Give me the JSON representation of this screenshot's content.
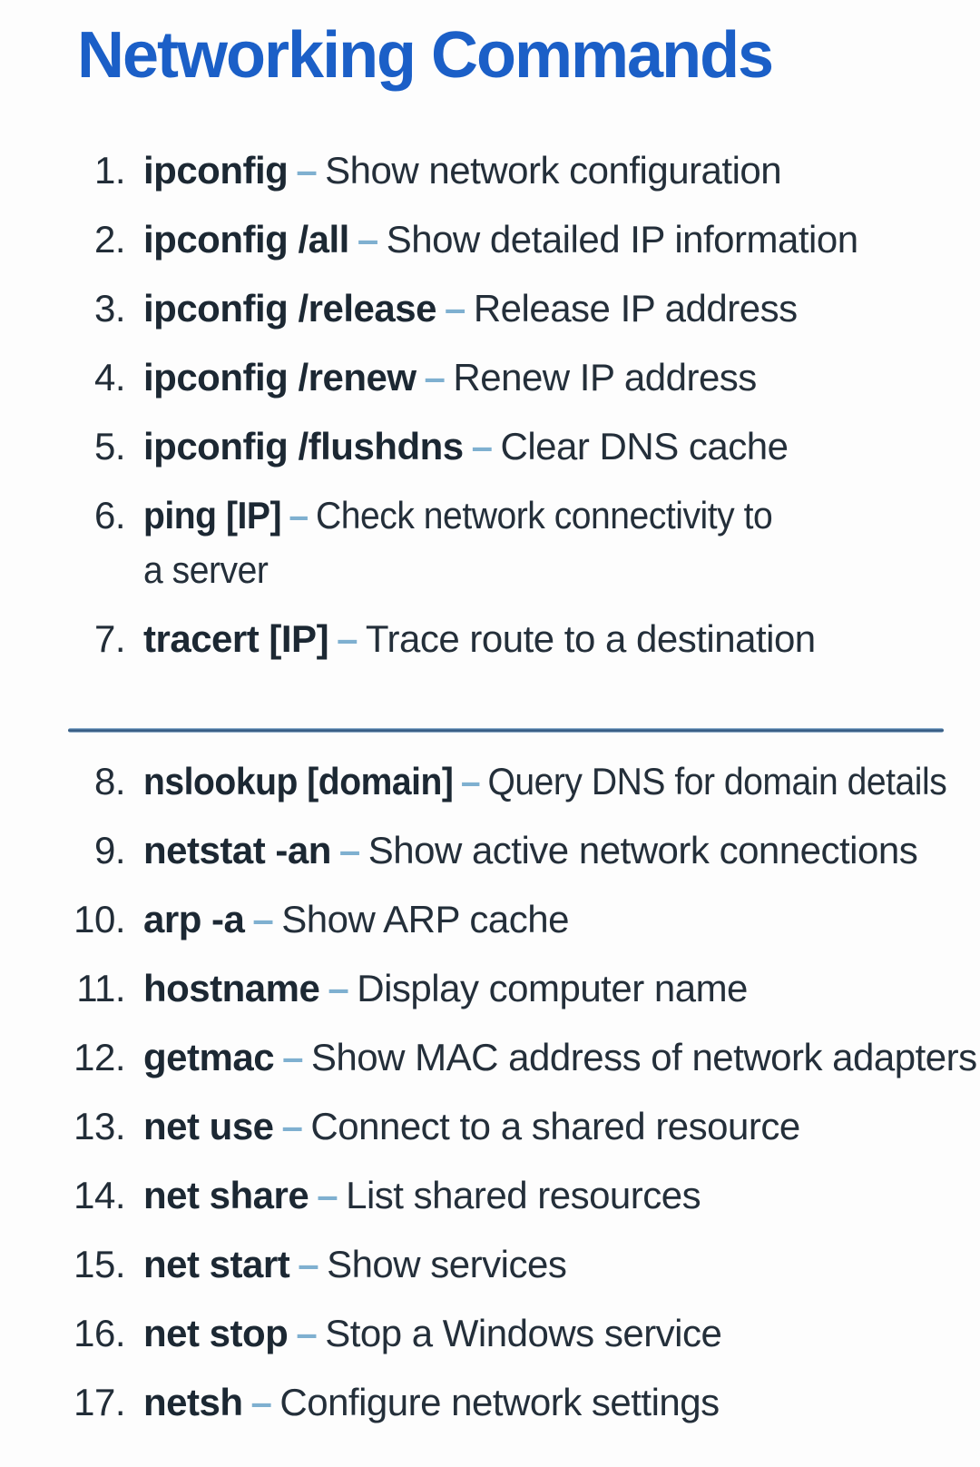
{
  "page": {
    "title": "Networking Commands"
  },
  "colors": {
    "title_blue": "#1b5fc7",
    "command_dark": "#1c2833",
    "description_dark": "#242f3a",
    "dash_light_blue": "#7fb0d0",
    "divider_blue": "#2e5278",
    "background": "#fdfdfd"
  },
  "list": {
    "separator": "–",
    "sections": [
      {
        "items": [
          {
            "num": "1.",
            "command": "ipconfig",
            "desc": "Show network configuration"
          },
          {
            "num": "2.",
            "command": "ipconfig /all",
            "desc": "Show detailed IP information"
          },
          {
            "num": "3.",
            "command": "ipconfig /release",
            "desc": "Release IP address"
          },
          {
            "num": "4.",
            "command": "ipconfig /renew",
            "desc": "Renew IP address"
          },
          {
            "num": "5.",
            "command": "ipconfig /flushdns",
            "desc": "Clear DNS cache"
          },
          {
            "num": "6.",
            "command": "ping [IP]",
            "desc": "Check network connectivity to\na server"
          },
          {
            "num": "7.",
            "command": "tracert [IP]",
            "desc": "Trace route to a destination"
          }
        ]
      },
      {
        "items": [
          {
            "num": "8.",
            "command": "nslookup [domain]",
            "desc": "Query DNS for domain details"
          },
          {
            "num": "9.",
            "command": "netstat -an",
            "desc": "Show active network connections"
          },
          {
            "num": "10.",
            "command": "arp -a",
            "desc": "Show ARP cache"
          },
          {
            "num": "11.",
            "command": "hostname",
            "desc": "Display computer name"
          },
          {
            "num": "12.",
            "command": "getmac",
            "desc": "Show MAC address of network adapters"
          },
          {
            "num": "13.",
            "command": "net use",
            "desc": "Connect to a shared resource"
          },
          {
            "num": "14.",
            "command": "net share",
            "desc": "List shared resources"
          },
          {
            "num": "15.",
            "command": "net start",
            "desc": "Show services"
          },
          {
            "num": "16.",
            "command": "net stop",
            "desc": "Stop a Windows service"
          },
          {
            "num": "17.",
            "command": "netsh",
            "desc": "Configure network settings"
          }
        ]
      }
    ]
  }
}
